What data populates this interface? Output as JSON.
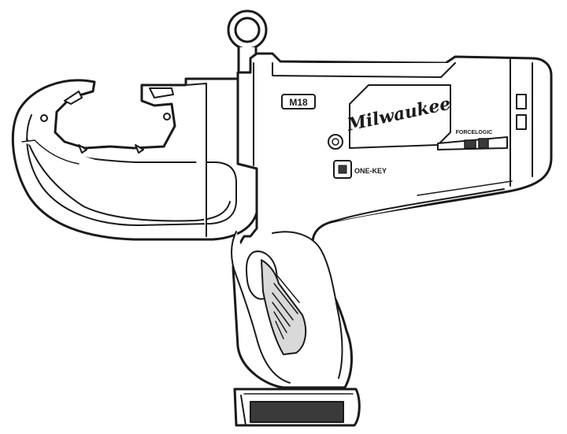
{
  "brand": {
    "logo_text": "Milwaukee"
  },
  "badge": {
    "label": "M18"
  },
  "forcelogic": {
    "label": "FORCELOGIC"
  },
  "onekey": {
    "label": "ONE-KEY"
  },
  "icons": [
    "hang-ring-icon",
    "onekey-icon",
    "status-led-icon"
  ],
  "colors": {
    "line": "#1a1a1a",
    "fill": "#ffffff",
    "shade": "#d9d9d9",
    "dark": "#3a3a3a"
  }
}
